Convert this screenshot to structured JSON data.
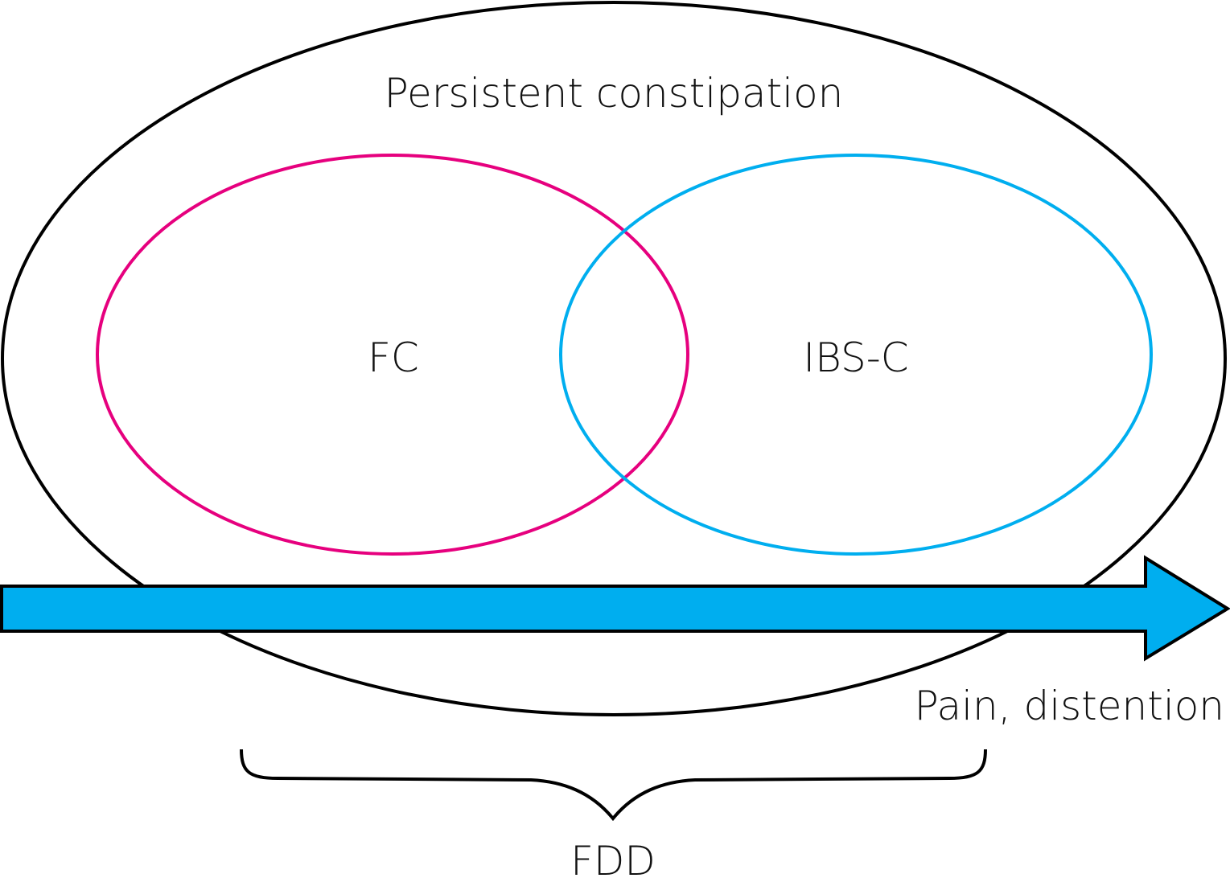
{
  "diagram": {
    "outer_set": {
      "label": "Persistent constipation",
      "color": "#000000"
    },
    "left_set": {
      "label": "FC",
      "color": "#e6007e"
    },
    "right_set": {
      "label": "IBS-C",
      "color": "#00aeef"
    },
    "arrow": {
      "label": "Pain, distention",
      "color": "#00aeef"
    },
    "brace": {
      "label": "FDD"
    }
  }
}
